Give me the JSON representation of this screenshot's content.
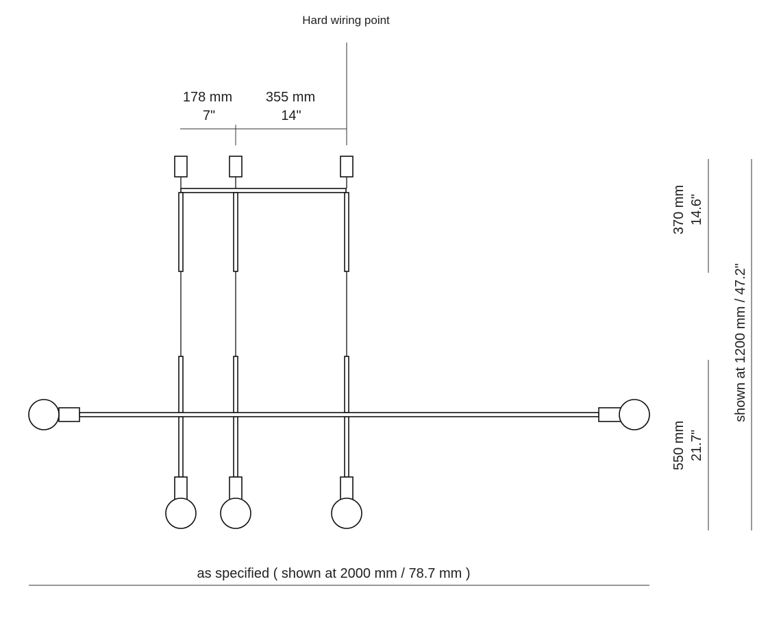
{
  "labels": {
    "hard_wiring": "Hard wiring point",
    "dim_178_mm": "178 mm",
    "dim_178_in": "7\"",
    "dim_355_mm": "355 mm",
    "dim_355_in": "14\"",
    "dim_370_mm": "370 mm",
    "dim_370_in": "14.6\"",
    "dim_550_mm": "550 mm",
    "dim_550_in": "21.7\"",
    "overall_height": "shown at 1200 mm / 47.2\"",
    "overall_width": "as specified ( shown at 2000 mm / 78.7 mm )"
  }
}
